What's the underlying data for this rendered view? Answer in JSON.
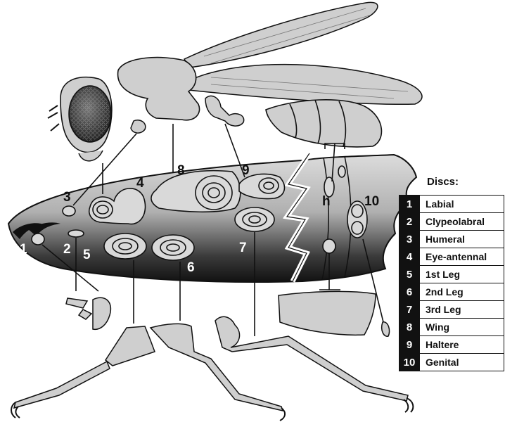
{
  "figure": {
    "disc_labels": [
      "1",
      "2",
      "3",
      "4",
      "5",
      "6",
      "7",
      "8",
      "9",
      "10"
    ],
    "haltere_marker": "h"
  },
  "legend": {
    "title": "Discs:",
    "rows": [
      {
        "num": "1",
        "name": "Labial"
      },
      {
        "num": "2",
        "name": "Clypeolabral"
      },
      {
        "num": "3",
        "name": "Humeral"
      },
      {
        "num": "4",
        "name": "Eye-antennal"
      },
      {
        "num": "5",
        "name": "1st Leg"
      },
      {
        "num": "6",
        "name": "2nd Leg"
      },
      {
        "num": "7",
        "name": "3rd Leg"
      },
      {
        "num": "8",
        "name": "Wing"
      },
      {
        "num": "9",
        "name": "Haltere"
      },
      {
        "num": "10",
        "name": "Genital"
      }
    ]
  },
  "colors": {
    "outline": "#111111",
    "part_fill": "#c8c8c8",
    "larva_light": "#d4d4d4",
    "larva_dark": "#1a1a1a"
  }
}
